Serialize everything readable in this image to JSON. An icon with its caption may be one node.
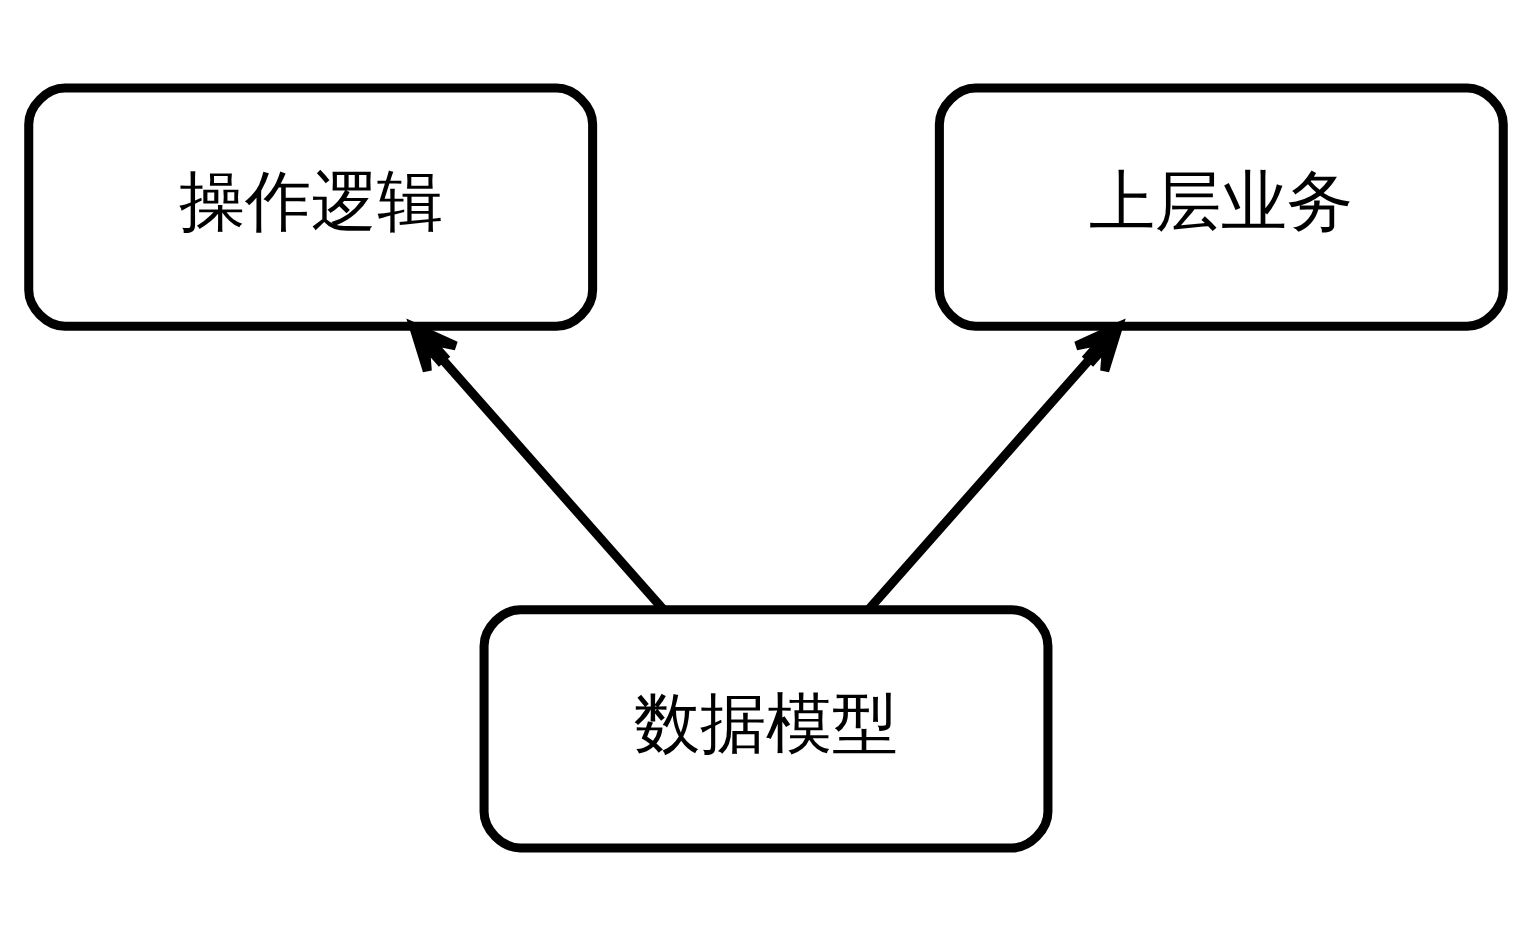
{
  "diagram": {
    "nodes": [
      {
        "text": [
          "操作逻辑"
        ]
      },
      {
        "text": [
          "上层业务"
        ]
      },
      {
        "text": [
          "数据模型"
        ]
      }
    ],
    "edges": [
      {
        "from": 2,
        "to": 0,
        "arrow": "to"
      },
      {
        "from": 2,
        "to": 1,
        "arrow": "to"
      }
    ]
  }
}
